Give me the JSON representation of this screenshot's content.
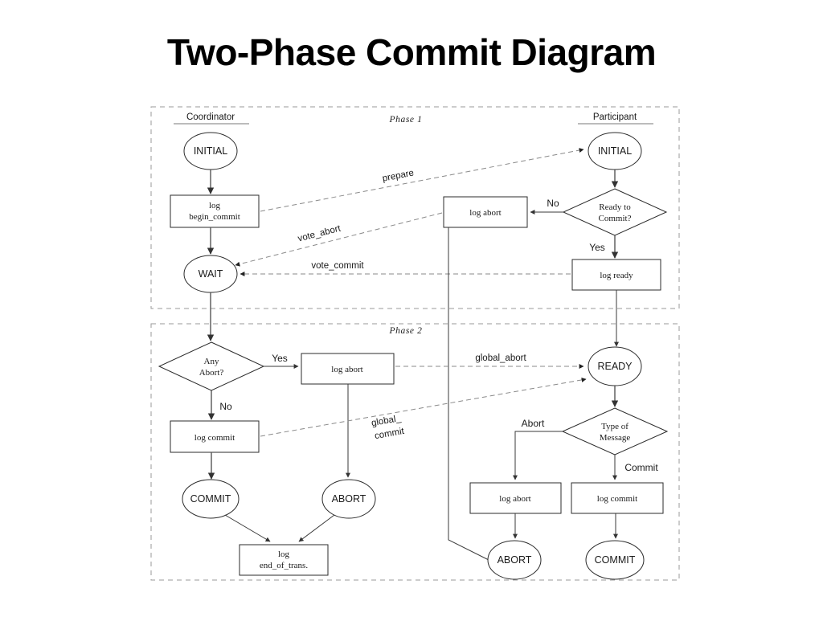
{
  "slide": {
    "title": "Two-Phase Commit Diagram",
    "background": "#ffffff",
    "ink": "#1a1a1a"
  },
  "lanes": {
    "coordinator_label": "Coordinator",
    "participant_label": "Participant",
    "phase1_label": "Phase 1",
    "phase2_label": "Phase 2"
  },
  "chart_data": {
    "type": "diagram",
    "title": "Two-Phase Commit Diagram",
    "swimlanes": [
      "Coordinator",
      "Participant"
    ],
    "phases": [
      "Phase 1",
      "Phase 2"
    ],
    "nodes": [
      {
        "id": "c_initial",
        "label": "INITIAL",
        "shape": "ellipse",
        "lane": "Coordinator",
        "phase": "Phase 1"
      },
      {
        "id": "c_logbegin",
        "label": "log\nbegin_commit",
        "shape": "box",
        "lane": "Coordinator",
        "phase": "Phase 1"
      },
      {
        "id": "c_wait",
        "label": "WAIT",
        "shape": "ellipse",
        "lane": "Coordinator",
        "phase": "Phase 1"
      },
      {
        "id": "p_initial",
        "label": "INITIAL",
        "shape": "ellipse",
        "lane": "Participant",
        "phase": "Phase 1"
      },
      {
        "id": "p_ready_q",
        "label": "Ready to\nCommit?",
        "shape": "diamond",
        "lane": "Participant",
        "phase": "Phase 1"
      },
      {
        "id": "p_logabort1",
        "label": "log abort",
        "shape": "box",
        "lane": "Participant",
        "phase": "Phase 1"
      },
      {
        "id": "p_logready",
        "label": "log ready",
        "shape": "box",
        "lane": "Participant",
        "phase": "Phase 1"
      },
      {
        "id": "c_anyabort",
        "label": "Any\nAbort?",
        "shape": "diamond",
        "lane": "Coordinator",
        "phase": "Phase 2"
      },
      {
        "id": "c_logabort",
        "label": "log abort",
        "shape": "box",
        "lane": "Coordinator",
        "phase": "Phase 2"
      },
      {
        "id": "c_logcommit",
        "label": "log commit",
        "shape": "box",
        "lane": "Coordinator",
        "phase": "Phase 2"
      },
      {
        "id": "c_commit",
        "label": "COMMIT",
        "shape": "ellipse",
        "lane": "Coordinator",
        "phase": "Phase 2"
      },
      {
        "id": "c_abort",
        "label": "ABORT",
        "shape": "ellipse",
        "lane": "Coordinator",
        "phase": "Phase 2"
      },
      {
        "id": "c_logend",
        "label": "log\nend_of_trans.",
        "shape": "box",
        "lane": "Coordinator",
        "phase": "Phase 2"
      },
      {
        "id": "p_ready",
        "label": "READY",
        "shape": "ellipse",
        "lane": "Participant",
        "phase": "Phase 2"
      },
      {
        "id": "p_typeof",
        "label": "Type of\nMessage",
        "shape": "diamond",
        "lane": "Participant",
        "phase": "Phase 2"
      },
      {
        "id": "p_logabort2",
        "label": "log abort",
        "shape": "box",
        "lane": "Participant",
        "phase": "Phase 2"
      },
      {
        "id": "p_logcommit",
        "label": "log commit",
        "shape": "box",
        "lane": "Participant",
        "phase": "Phase 2"
      },
      {
        "id": "p_abort",
        "label": "ABORT",
        "shape": "ellipse",
        "lane": "Participant",
        "phase": "Phase 2"
      },
      {
        "id": "p_commit",
        "label": "COMMIT",
        "shape": "ellipse",
        "lane": "Participant",
        "phase": "Phase 2"
      }
    ],
    "edges": [
      {
        "from": "c_initial",
        "to": "c_logbegin",
        "label": "",
        "style": "solid"
      },
      {
        "from": "c_logbegin",
        "to": "c_wait",
        "label": "",
        "style": "solid"
      },
      {
        "from": "c_logbegin",
        "to": "p_initial",
        "label": "prepare",
        "style": "dashed"
      },
      {
        "from": "p_initial",
        "to": "p_ready_q",
        "label": "",
        "style": "solid"
      },
      {
        "from": "p_ready_q",
        "to": "p_logabort1",
        "label": "No",
        "style": "solid"
      },
      {
        "from": "p_ready_q",
        "to": "p_logready",
        "label": "Yes",
        "style": "solid"
      },
      {
        "from": "p_logabort1",
        "to": "c_wait",
        "label": "vote_abort",
        "style": "dashed"
      },
      {
        "from": "p_logready",
        "to": "c_wait",
        "label": "vote_commit",
        "style": "dashed"
      },
      {
        "from": "c_wait",
        "to": "c_anyabort",
        "label": "",
        "style": "solid"
      },
      {
        "from": "c_anyabort",
        "to": "c_logabort",
        "label": "Yes",
        "style": "solid"
      },
      {
        "from": "c_anyabort",
        "to": "c_logcommit",
        "label": "No",
        "style": "solid"
      },
      {
        "from": "c_logabort",
        "to": "p_ready",
        "label": "global_abort",
        "style": "dashed"
      },
      {
        "from": "c_logcommit",
        "to": "p_ready",
        "label": "global_commit",
        "style": "dashed"
      },
      {
        "from": "c_logcommit",
        "to": "c_commit",
        "label": "",
        "style": "solid"
      },
      {
        "from": "c_logabort",
        "to": "c_abort",
        "label": "",
        "style": "solid"
      },
      {
        "from": "c_commit",
        "to": "c_logend",
        "label": "",
        "style": "solid"
      },
      {
        "from": "c_abort",
        "to": "c_logend",
        "label": "",
        "style": "solid"
      },
      {
        "from": "p_ready",
        "to": "p_typeof",
        "label": "",
        "style": "solid"
      },
      {
        "from": "p_typeof",
        "to": "p_logabort2",
        "label": "Abort",
        "style": "solid"
      },
      {
        "from": "p_typeof",
        "to": "p_logcommit",
        "label": "Commit",
        "style": "solid"
      },
      {
        "from": "p_logabort2",
        "to": "p_abort",
        "label": "",
        "style": "solid"
      },
      {
        "from": "p_logcommit",
        "to": "p_commit",
        "label": "",
        "style": "solid"
      },
      {
        "from": "p_logabort1",
        "to": "p_abort",
        "label": "",
        "style": "solid"
      }
    ]
  },
  "nodes": {
    "c_initial": "INITIAL",
    "c_logbegin_l1": "log",
    "c_logbegin_l2": "begin_commit",
    "c_wait": "WAIT",
    "p_initial": "INITIAL",
    "p_ready_q_l1": "Ready to",
    "p_ready_q_l2": "Commit?",
    "p_logabort1": "log abort",
    "p_logready": "log ready",
    "c_anyabort_l1": "Any",
    "c_anyabort_l2": "Abort?",
    "c_logabort": "log abort",
    "c_logcommit": "log commit",
    "c_commit": "COMMIT",
    "c_abort": "ABORT",
    "c_logend_l1": "log",
    "c_logend_l2": "end_of_trans.",
    "p_ready": "READY",
    "p_typeof_l1": "Type of",
    "p_typeof_l2": "Message",
    "p_logabort2": "log abort",
    "p_logcommit": "log commit",
    "p_abort": "ABORT",
    "p_commit": "COMMIT"
  },
  "edge_labels": {
    "prepare": "prepare",
    "vote_abort": "vote_abort",
    "vote_commit": "vote_commit",
    "global_abort": "global_abort",
    "global_commit_l1": "global_",
    "global_commit_l2": "commit",
    "no_participant": "No",
    "yes_participant": "Yes",
    "yes_coordinator": "Yes",
    "no_coordinator": "No",
    "abort_branch": "Abort",
    "commit_branch": "Commit"
  }
}
